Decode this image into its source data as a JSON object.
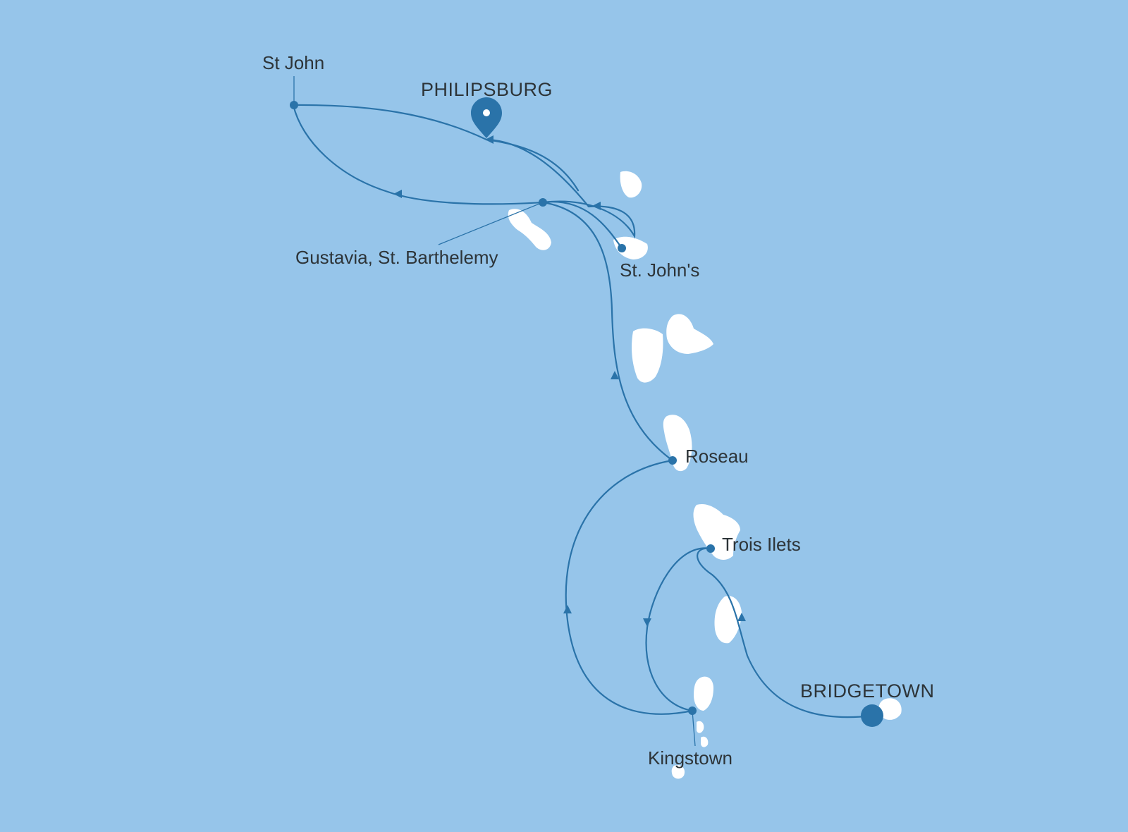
{
  "map": {
    "colors": {
      "sea": "#96c5ea",
      "land": "#ffffff",
      "route": "#2a73a9",
      "label": "#2d3438"
    },
    "start_port": {
      "name": "BRIDGETOWN",
      "marker": "large-circle-marker"
    },
    "end_port": {
      "name": "PHILIPSBURG",
      "marker": "map-pin-icon"
    },
    "ports": [
      {
        "name": "St John"
      },
      {
        "name": "Gustavia, St. Barthelemy"
      },
      {
        "name": "St. John's"
      },
      {
        "name": "Roseau"
      },
      {
        "name": "Trois Ilets"
      },
      {
        "name": "Kingstown"
      }
    ],
    "itinerary": [
      "BRIDGETOWN",
      "Trois Ilets",
      "Kingstown",
      "Roseau",
      "St. John's",
      "Gustavia, St. Barthelemy",
      "St John",
      "PHILIPSBURG"
    ]
  }
}
